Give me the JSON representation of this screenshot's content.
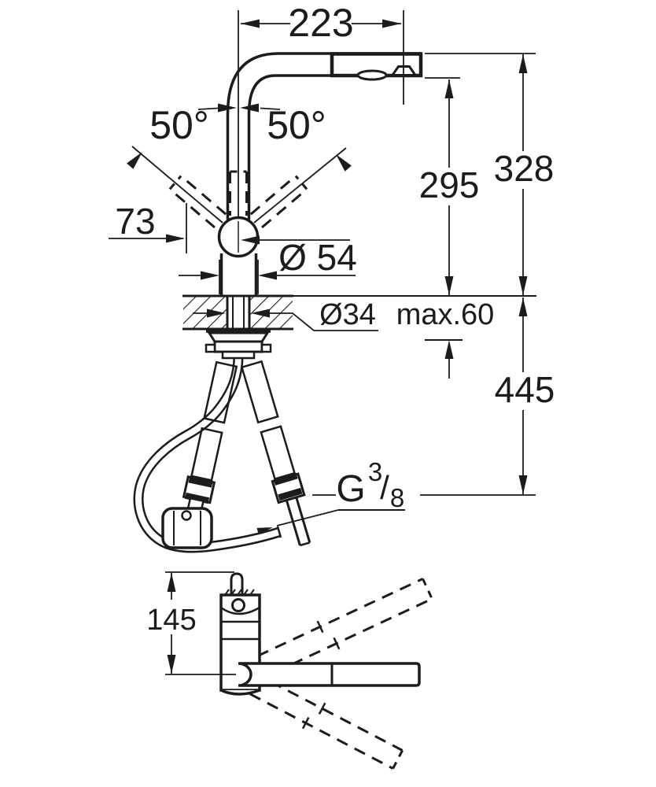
{
  "colors": {
    "line": "#1c1c1c",
    "background": "#ffffff"
  },
  "dims": {
    "spout_reach": "223",
    "angle_left": "50°",
    "angle_right": "50°",
    "handle_offset": "73",
    "height_underside": "295",
    "height_top": "328",
    "body_diameter": "Ø 54",
    "hole_diameter": "Ø34",
    "counter_thickness": "max.60",
    "clearance_below": "445",
    "thread_prefix": "G",
    "thread_numerator": "3",
    "thread_slash": "/",
    "thread_denominator": "8",
    "swivel_height": "145"
  }
}
